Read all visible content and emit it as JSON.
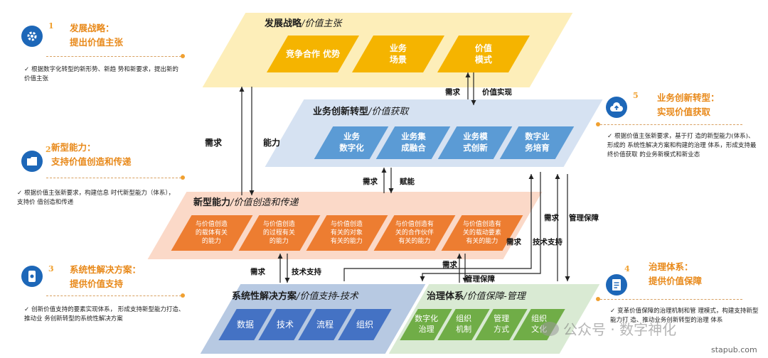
{
  "layers": {
    "strategy": {
      "title": "发展战略",
      "subtitle": "/价值主张",
      "boxes": [
        "竞争合作 优势",
        "业务\n场景",
        "价值\n模式"
      ],
      "colors": {
        "bg": "#fdeeb9",
        "box": "#f5b400",
        "text": "#ffffff"
      }
    },
    "business": {
      "title": "业务创新转型",
      "subtitle": "/价值获取",
      "boxes": [
        "业务\n数字化",
        "业务集\n成融合",
        "业务模\n式创新",
        "数字业\n务培育"
      ],
      "colors": {
        "bg": "#d6e2f2",
        "box": "#5b9bd5",
        "text": "#ffffff"
      }
    },
    "capability": {
      "title": "新型能力",
      "subtitle": "/价值创造和传递",
      "boxes": [
        "与价值创造\n的载体有关\n的能力",
        "与价值创造\n的过程有关\n的能力",
        "与价值创造\n有关的对象\n有关的能力",
        "与价值创造有\n关的合作伙伴\n有关的能力",
        "与价值创造有\n关的载动要素\n有关的能力"
      ],
      "colors": {
        "bg": "#fbd9c8",
        "box": "#ed7d31",
        "text": "#ffffff"
      }
    },
    "solution": {
      "title": "系统性解决方案",
      "subtitle": "/价值支持-技术",
      "boxes": [
        "数据",
        "技术",
        "流程",
        "组织"
      ],
      "colors": {
        "bg": "#b7c9e2",
        "box": "#4472c4",
        "text": "#ffffff"
      }
    },
    "governance": {
      "title": "治理体系",
      "subtitle": "/价值保障-管理",
      "boxes": [
        "数字化\n治理",
        "组织\n机制",
        "管理\n方式",
        "组织\n文化"
      ],
      "colors": {
        "bg": "#d9ead3",
        "box": "#70ad47",
        "text": "#ffffff"
      }
    }
  },
  "panels": [
    {
      "num": "1",
      "title": "发展战略：\n提出价值主张",
      "icon": "gear-icon",
      "text": "根据数字化转型的新形势、新趋 势和新要求，提出新的价值主张"
    },
    {
      "num": "2",
      "title": "新型能力：\n支持价值创造和传递",
      "icon": "folder-icon",
      "text": "根据价值主张新要求，构建信息 时代新型能力（体系），支持价 值创造和传递"
    },
    {
      "num": "3",
      "title": "系统性解决方案：\n提供价值支持",
      "icon": "phone-settings-icon",
      "text": "创新价值支持的要素实现体系，  形成支持新型能力打造、推动业  务创新转型的系统性解决方案"
    },
    {
      "num": "4",
      "title": "治理体系：\n提供价值保障",
      "icon": "document-icon",
      "text": "变革价值保障的治理机制和管 理模式，构建支持新型能力打 造、推动业务创新转型的治理 体系"
    },
    {
      "num": "5",
      "title": "业务创新转型：\n实现价值获取",
      "icon": "cloud-upload-icon",
      "text": "根据价值主张新要求，基于打 造的新型能力(体系)、形成的 系统性解决方案和构建的治理 体系，形成支持最终价值获取 的业务新模式和新业态"
    }
  ],
  "labels": {
    "demand": "需求",
    "capability": "能力",
    "value_realization": "价值实现",
    "empower": "赋能",
    "tech_support": "技术支持",
    "mgmt_support": "管理保障"
  },
  "watermark": {
    "text": "公众号 · 数字神化",
    "site": "stapub.com"
  },
  "colors": {
    "accent": "#e8891a",
    "icon_bg": "#1d67b8"
  }
}
